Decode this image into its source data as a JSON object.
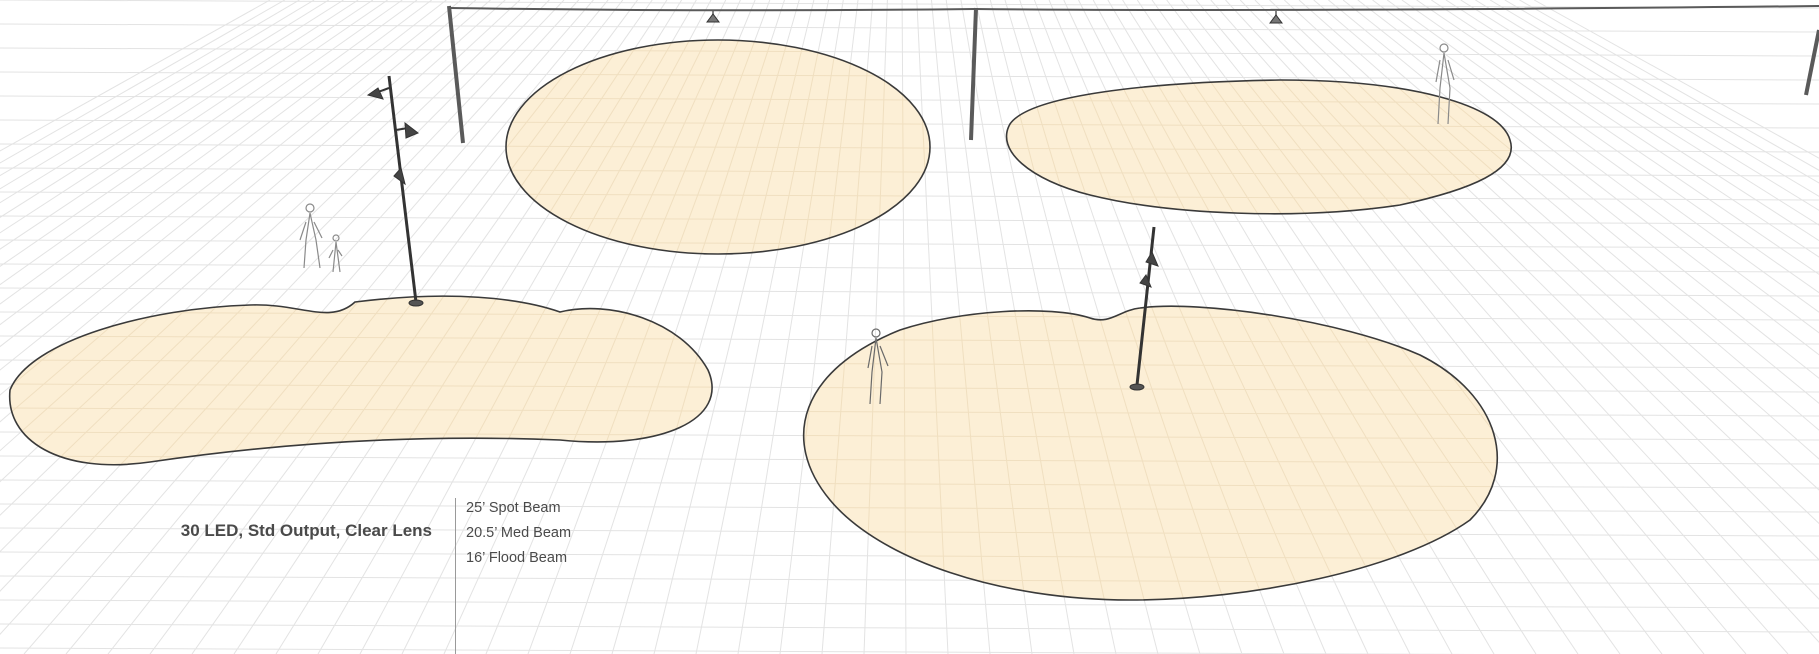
{
  "caption": {
    "title": "30 LED, Std Output, Clear Lens",
    "beams": [
      "25’ Spot Beam",
      "20.5’ Med Beam",
      "16’ Flood Beam"
    ]
  },
  "colors": {
    "ground_grid": "#e3e3e3",
    "light_pool_fill": "#fcefd6",
    "outline": "#3a3a3a",
    "text": "#4a4a4a"
  },
  "scene": {
    "light_pools": [
      "spot-beam-pool",
      "med-beam-pool",
      "flood-beam-pool",
      "pole-double-head-pool",
      "pole-triple-head-pool"
    ],
    "fixtures": [
      "overhead-pendant-left",
      "overhead-pendant-right",
      "light-pole-triple-head",
      "light-pole-double-head"
    ],
    "figures": [
      "person-sketch-left",
      "child-sketch-left",
      "person-sketch-right",
      "person-sketch-top-right"
    ]
  }
}
